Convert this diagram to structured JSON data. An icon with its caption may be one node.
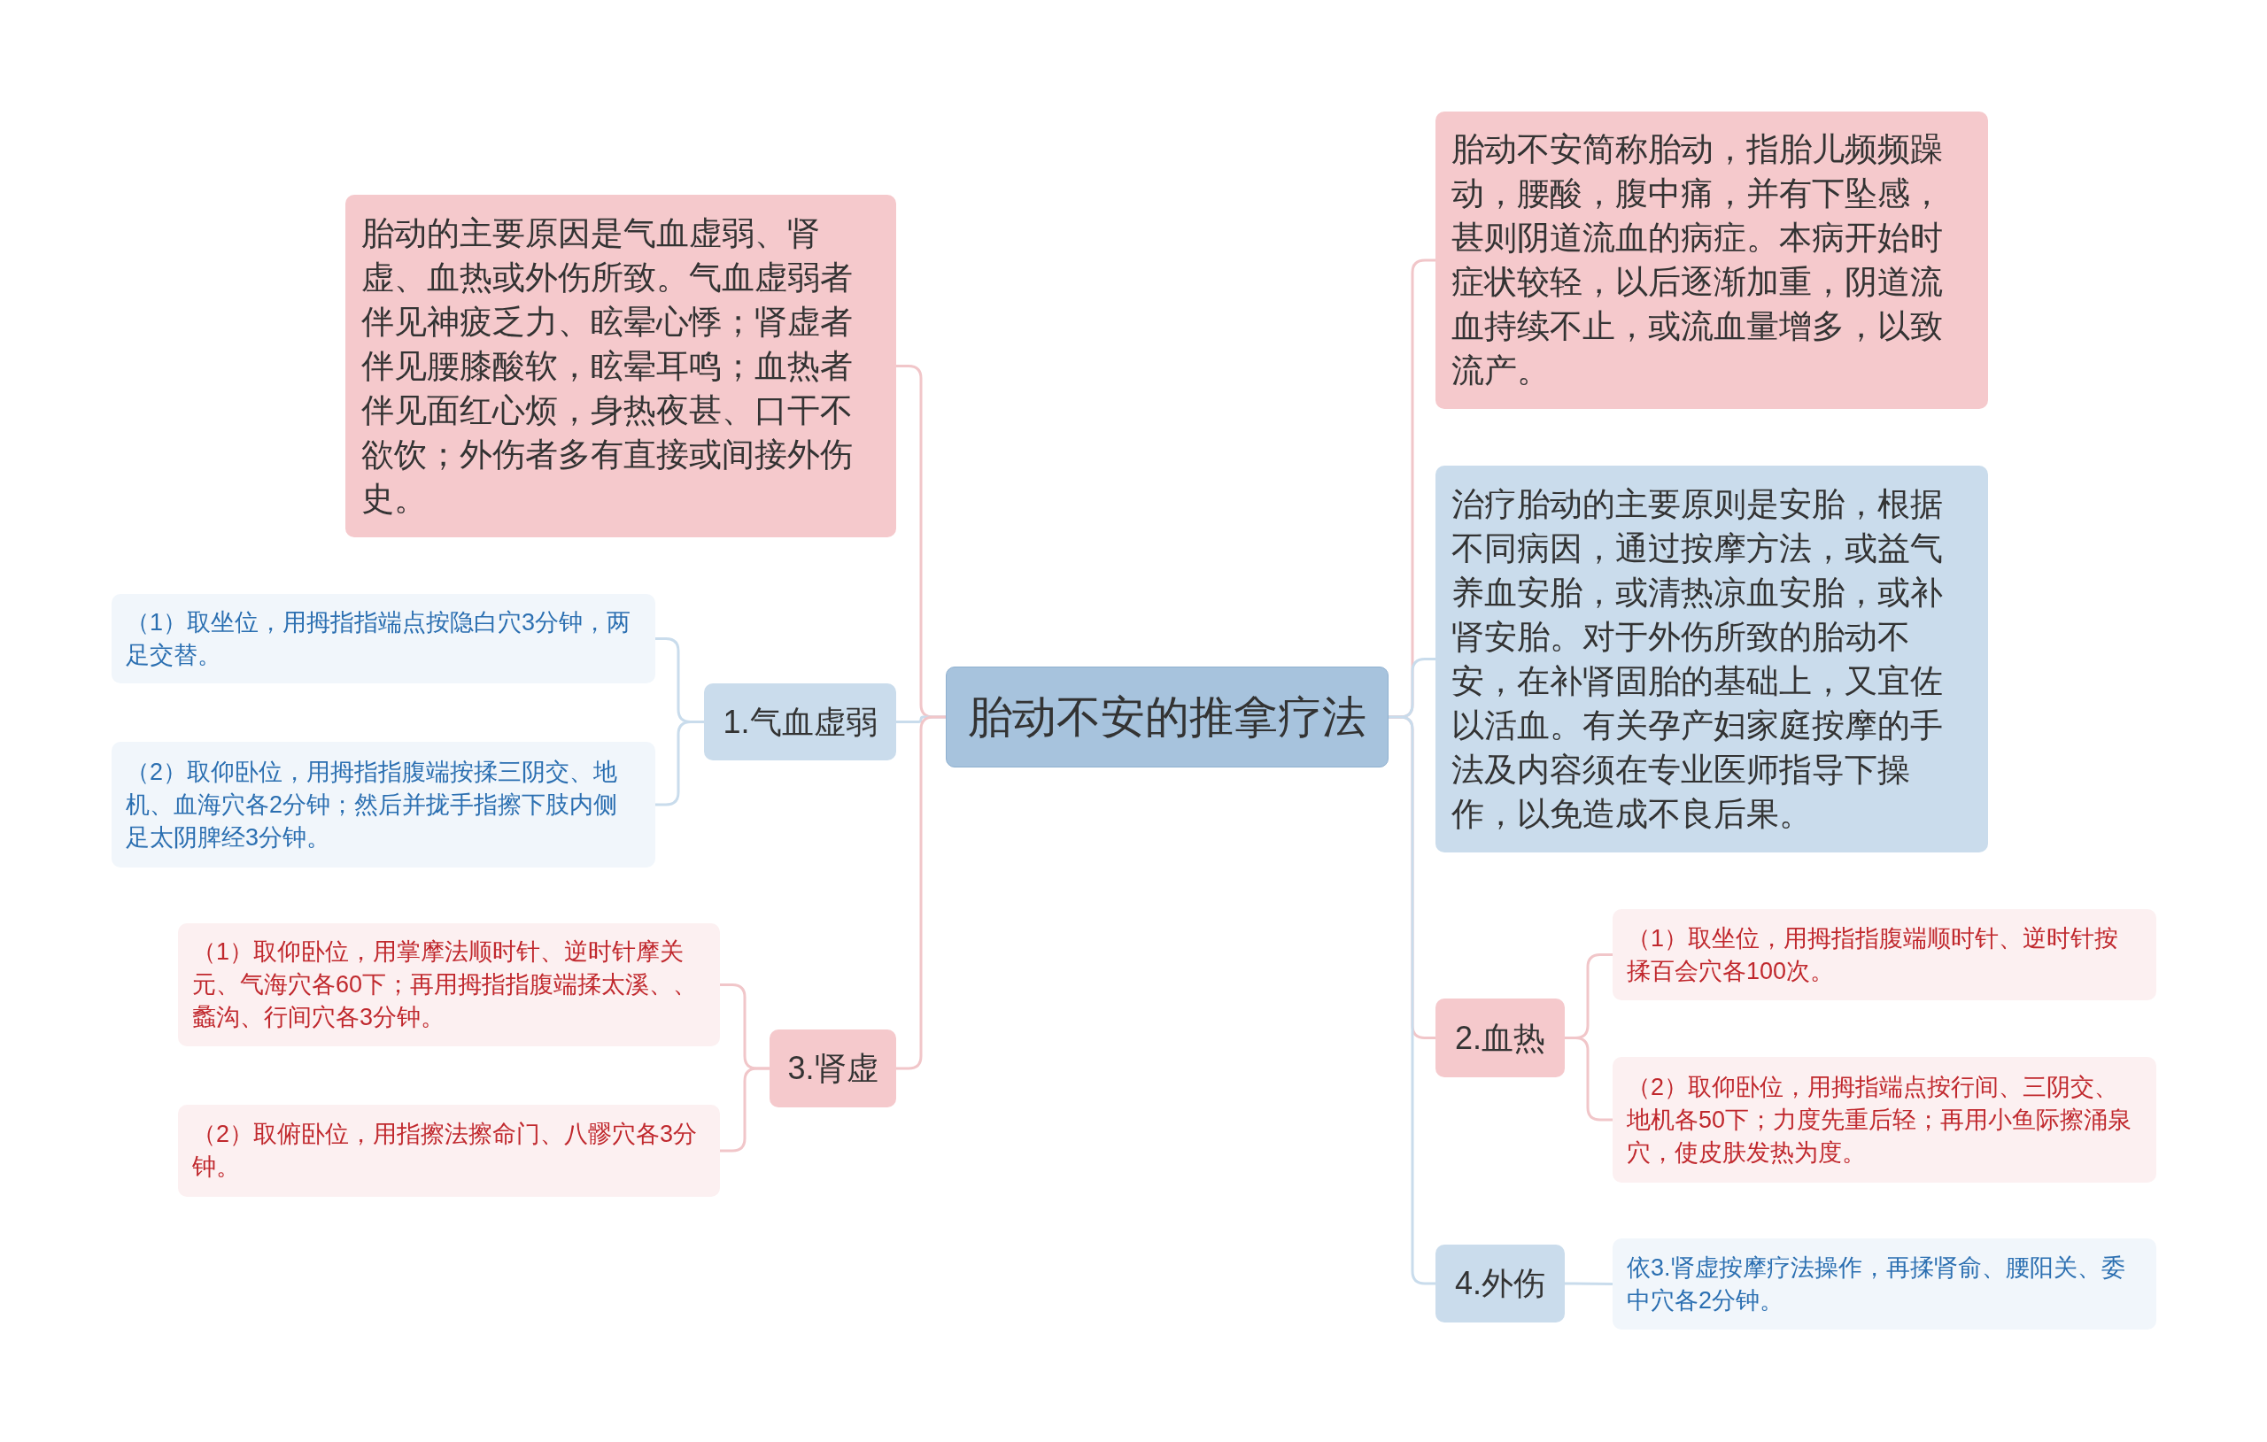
{
  "diagram": {
    "nodes": [
      {
        "text": [
          "胎动不安的推拿疗法"
        ]
      },
      {
        "text": [
          "胎动的主要原因是气血虚弱、肾虚、血热或外伤所致。气血虚弱者伴见神疲乏力、眩晕心悸；肾虚者伴见腰膝酸软，眩晕耳鸣；血热者伴见面红心烦，身热夜甚、口干不欲饮；外伤者多有直接或间接外伤史。"
        ]
      },
      {
        "text": [
          "1.气血虚弱"
        ]
      },
      {
        "text": [
          "（1）取坐位，用拇指指端点按隐白穴3分钟，两足交替。"
        ]
      },
      {
        "text": [
          "（2）取仰卧位，用拇指指腹端按揉三阴交、地机、血海穴各2分钟；然后并拢手指擦下肢内侧足太阴脾经3分钟。"
        ]
      },
      {
        "text": [
          "3.肾虚"
        ]
      },
      {
        "text": [
          "（1）取仰卧位，用掌摩法顺时针、逆时针摩关元、气海穴各60下；再用拇指指腹端揉太溪、、蠡沟、行间穴各3分钟。"
        ]
      },
      {
        "text": [
          "（2）取俯卧位，用指擦法擦命门、八髎穴各3分钟。"
        ]
      },
      {
        "text": [
          "胎动不安简称胎动，指胎儿频频躁动，腰酸，腹中痛，并有下坠感，甚则阴道流血的病症。本病开始时症状较轻，以后逐渐加重，阴道流血持续不止，或流血量增多，以致流产。"
        ]
      },
      {
        "text": [
          "治疗胎动的主要原则是安胎，根据不同病因，通过按摩方法，或益气养血安胎，或清热凉血安胎，或补肾安胎。对于外伤所致的胎动不安，在补肾固胎的基础上，又宜佐以活血。有关孕产妇家庭按摩的手法及内容须在专业医师指导下操作，以免造成不良后果。"
        ]
      },
      {
        "text": [
          "2.血热"
        ]
      },
      {
        "text": [
          "（1）取坐位，用拇指指腹端顺时针、逆时针按揉百会穴各100次。"
        ]
      },
      {
        "text": [
          "（2）取仰卧位，用拇指端点按行间、三阴交、地机各50下；力度先重后轻；再用小鱼际擦涌泉穴，使皮肤发热为度。"
        ]
      },
      {
        "text": [
          "4.外伤"
        ]
      },
      {
        "text": [
          "依3.肾虚按摩疗法操作，再揉肾俞、腰阳关、委中穴各2分钟。"
        ]
      }
    ],
    "edges": [
      {
        "from": 0,
        "to": 1,
        "arrow": "none"
      },
      {
        "from": 0,
        "to": 2,
        "arrow": "none",
        "color": "#c9dcec"
      },
      {
        "from": 2,
        "to": 3,
        "arrow": "none",
        "color": "#c9dcec"
      },
      {
        "from": 2,
        "to": 4,
        "arrow": "none",
        "color": "#c9dcec"
      },
      {
        "from": 0,
        "to": 5,
        "arrow": "none"
      },
      {
        "from": 5,
        "to": 6,
        "arrow": "none"
      },
      {
        "from": 5,
        "to": 7,
        "arrow": "none"
      },
      {
        "from": 0,
        "to": 8,
        "arrow": "none"
      },
      {
        "from": 0,
        "to": 9,
        "arrow": "none",
        "color": "#c9dcec"
      },
      {
        "from": 0,
        "to": 10,
        "arrow": "none"
      },
      {
        "from": 10,
        "to": 11,
        "arrow": "none"
      },
      {
        "from": 10,
        "to": 12,
        "arrow": "none"
      },
      {
        "from": 0,
        "to": 13,
        "arrow": "none",
        "color": "#c9dcec"
      },
      {
        "from": 13,
        "to": 14,
        "arrow": "none",
        "color": "#c9dcec"
      }
    ]
  }
}
